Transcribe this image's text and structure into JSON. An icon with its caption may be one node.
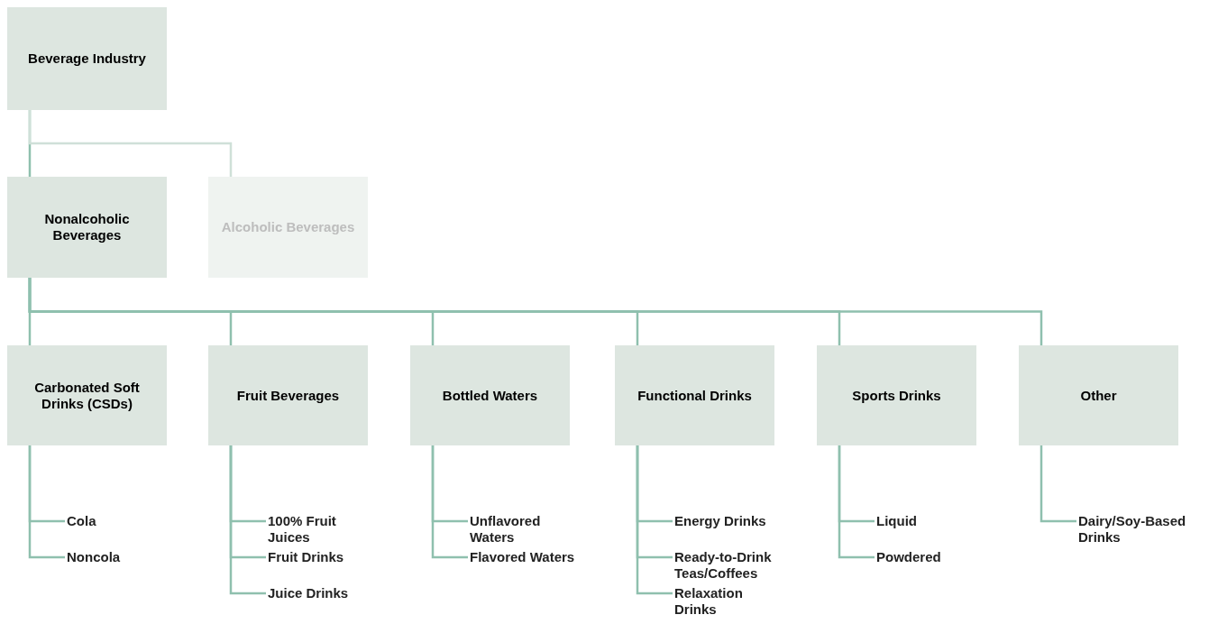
{
  "diagram": {
    "nodes": [
      {
        "text": [
          "Beverage Industry"
        ]
      },
      {
        "text": [
          "Nonalcoholic Beverages"
        ]
      },
      {
        "text": [
          "Alcoholic Beverages"
        ]
      },
      {
        "text": [
          "Carbonated Soft Drinks (CSDs)"
        ]
      },
      {
        "text": [
          "Fruit Beverages"
        ]
      },
      {
        "text": [
          "Bottled Waters"
        ]
      },
      {
        "text": [
          "Functional Drinks"
        ]
      },
      {
        "text": [
          "Sports Drinks"
        ]
      },
      {
        "text": [
          "Other"
        ]
      },
      {
        "text": [
          "Cola"
        ]
      },
      {
        "text": [
          "Noncola"
        ]
      },
      {
        "text": [
          "100% Fruit Juices"
        ]
      },
      {
        "text": [
          "Fruit Drinks"
        ]
      },
      {
        "text": [
          "Juice Drinks"
        ]
      },
      {
        "text": [
          "Unflavored Waters"
        ]
      },
      {
        "text": [
          "Flavored Waters"
        ]
      },
      {
        "text": [
          "Energy Drinks"
        ]
      },
      {
        "text": [
          "Ready-to-Drink Teas/Coffees"
        ]
      },
      {
        "text": [
          "Relaxation Drinks"
        ]
      },
      {
        "text": [
          "Liquid"
        ]
      },
      {
        "text": [
          "Powdered"
        ]
      },
      {
        "text": [
          "Dairy/Soy-Based Drinks"
        ]
      }
    ],
    "edges": [
      {
        "from": 0,
        "to": 1,
        "arrow": "none"
      },
      {
        "from": 0,
        "to": 2,
        "arrow": "none",
        "color": "#cfe0d8"
      },
      {
        "from": 1,
        "to": 3,
        "arrow": "none"
      },
      {
        "from": 1,
        "to": 4,
        "arrow": "none"
      },
      {
        "from": 1,
        "to": 5,
        "arrow": "none"
      },
      {
        "from": 1,
        "to": 6,
        "arrow": "none"
      },
      {
        "from": 1,
        "to": 7,
        "arrow": "none"
      },
      {
        "from": 1,
        "to": 8,
        "arrow": "none"
      },
      {
        "from": 3,
        "to": 9,
        "arrow": "none"
      },
      {
        "from": 3,
        "to": 10,
        "arrow": "none"
      },
      {
        "from": 4,
        "to": 11,
        "arrow": "none"
      },
      {
        "from": 4,
        "to": 12,
        "arrow": "none"
      },
      {
        "from": 4,
        "to": 13,
        "arrow": "none"
      },
      {
        "from": 5,
        "to": 14,
        "arrow": "none"
      },
      {
        "from": 5,
        "to": 15,
        "arrow": "none"
      },
      {
        "from": 6,
        "to": 16,
        "arrow": "none"
      },
      {
        "from": 6,
        "to": 17,
        "arrow": "none"
      },
      {
        "from": 6,
        "to": 18,
        "arrow": "none"
      },
      {
        "from": 7,
        "to": 19,
        "arrow": "none"
      },
      {
        "from": 7,
        "to": 20,
        "arrow": "none"
      },
      {
        "from": 8,
        "to": 21,
        "arrow": "none"
      }
    ]
  }
}
